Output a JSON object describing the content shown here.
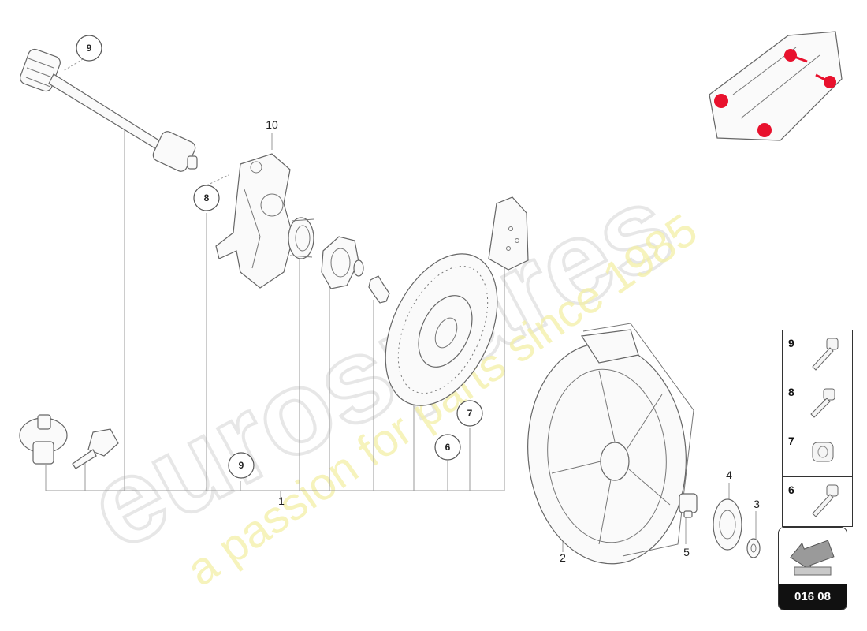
{
  "watermark": {
    "brand": "eurospares",
    "tagline": "a passion for parts since 1985"
  },
  "callouts": {
    "c9_top": "9",
    "c8": "8",
    "c10": "10",
    "c9_bottom": "9",
    "c7": "7",
    "c6": "6",
    "c1": "1",
    "c2": "2",
    "c3": "3",
    "c4": "4",
    "c5": "5"
  },
  "legend": [
    {
      "number": "9",
      "icon": "bolt-icon"
    },
    {
      "number": "8",
      "icon": "bolt-icon"
    },
    {
      "number": "7",
      "icon": "nut-icon"
    },
    {
      "number": "6",
      "icon": "bolt-icon"
    }
  ],
  "navigation": {
    "page_code": "016 08",
    "icon": "arrow-icon"
  },
  "colors": {
    "highlight": "#e8112d",
    "watermark_text": "#f3f0a6",
    "label_bg": "#111111"
  }
}
